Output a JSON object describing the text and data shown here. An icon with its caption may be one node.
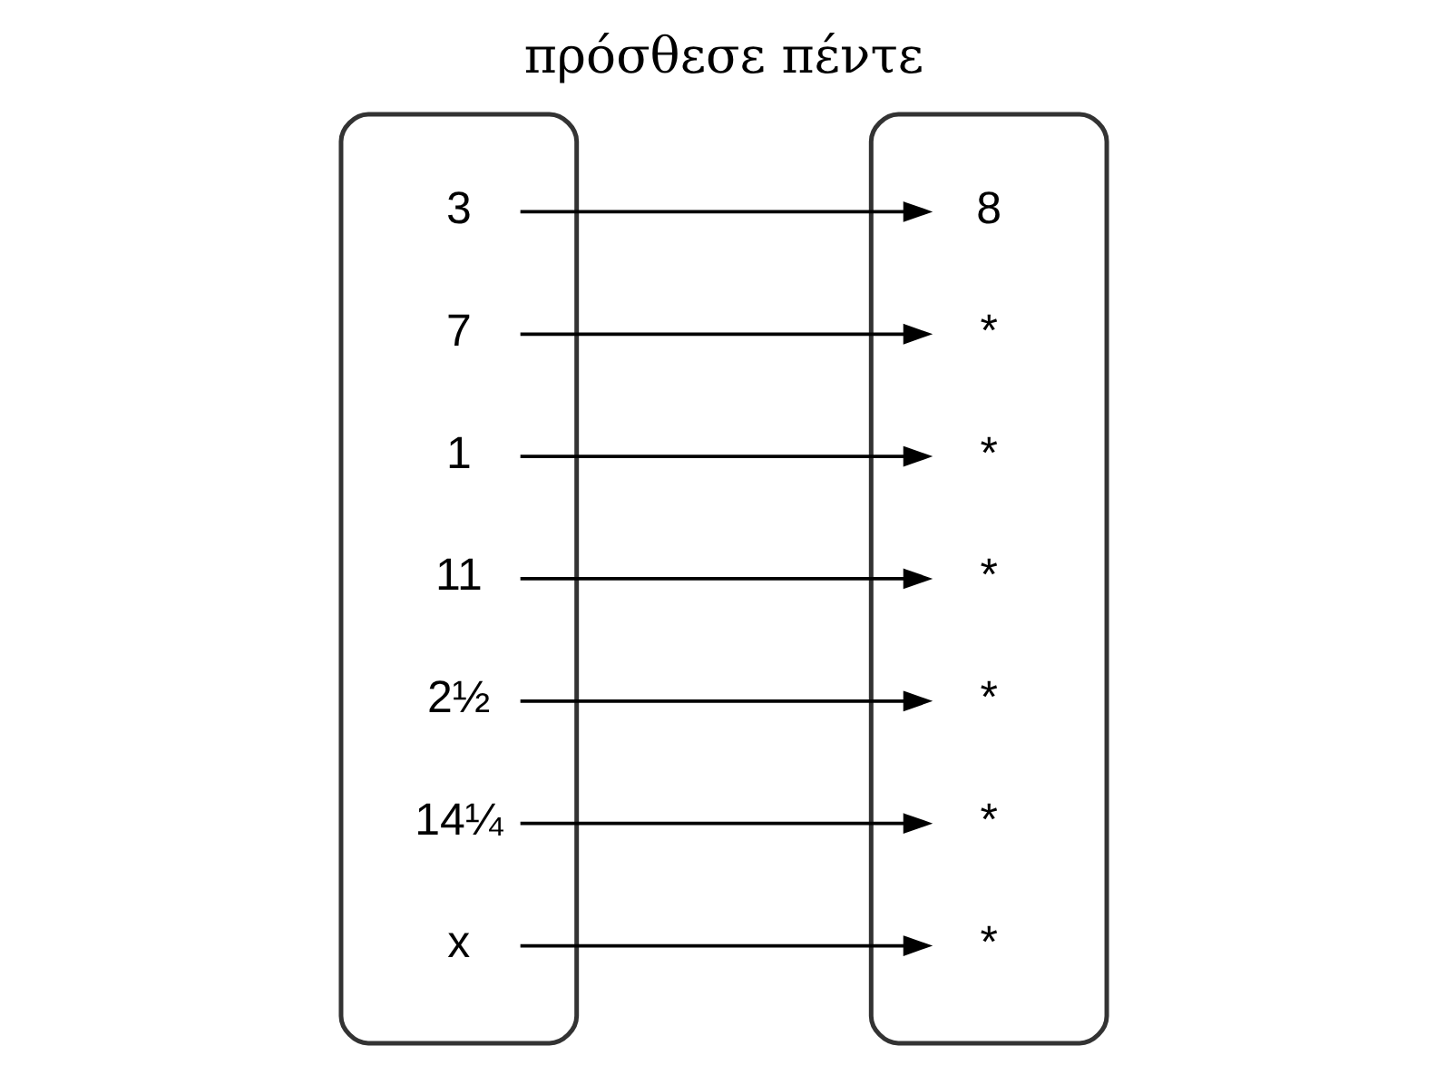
{
  "diagram": {
    "title": "πρόσθεσε πέντε",
    "nodes": [
      {
        "text": [],
        "shape": "ellipse"
      },
      {
        "text": [
          "3"
        ],
        "in": 0
      },
      {
        "text": [
          "7"
        ],
        "in": 0
      },
      {
        "text": [
          "1"
        ],
        "in": 0
      },
      {
        "text": [
          "11"
        ],
        "in": 0
      },
      {
        "text": [
          "2½"
        ],
        "in": 0
      },
      {
        "text": [
          "14¼"
        ],
        "in": 0
      },
      {
        "text": [
          "x"
        ],
        "in": 0
      },
      {
        "text": [],
        "shape": "ellipse"
      },
      {
        "text": [
          "8"
        ],
        "in": 8
      },
      {
        "text": [
          "*"
        ],
        "in": 8
      },
      {
        "text": [
          "*"
        ],
        "in": 8
      },
      {
        "text": [
          "*"
        ],
        "in": 8
      },
      {
        "text": [
          "*"
        ],
        "in": 8
      },
      {
        "text": [
          "*"
        ],
        "in": 8
      },
      {
        "text": [
          "*"
        ],
        "in": 8
      }
    ],
    "edges": [
      {
        "from": 1,
        "to": 9,
        "arrow": "to"
      },
      {
        "from": 2,
        "to": 10,
        "arrow": "to"
      },
      {
        "from": 3,
        "to": 11,
        "arrow": "to"
      },
      {
        "from": 4,
        "to": 12,
        "arrow": "to"
      },
      {
        "from": 5,
        "to": 13,
        "arrow": "to"
      },
      {
        "from": 6,
        "to": 14,
        "arrow": "to"
      },
      {
        "from": 7,
        "to": 15,
        "arrow": "to"
      }
    ]
  }
}
